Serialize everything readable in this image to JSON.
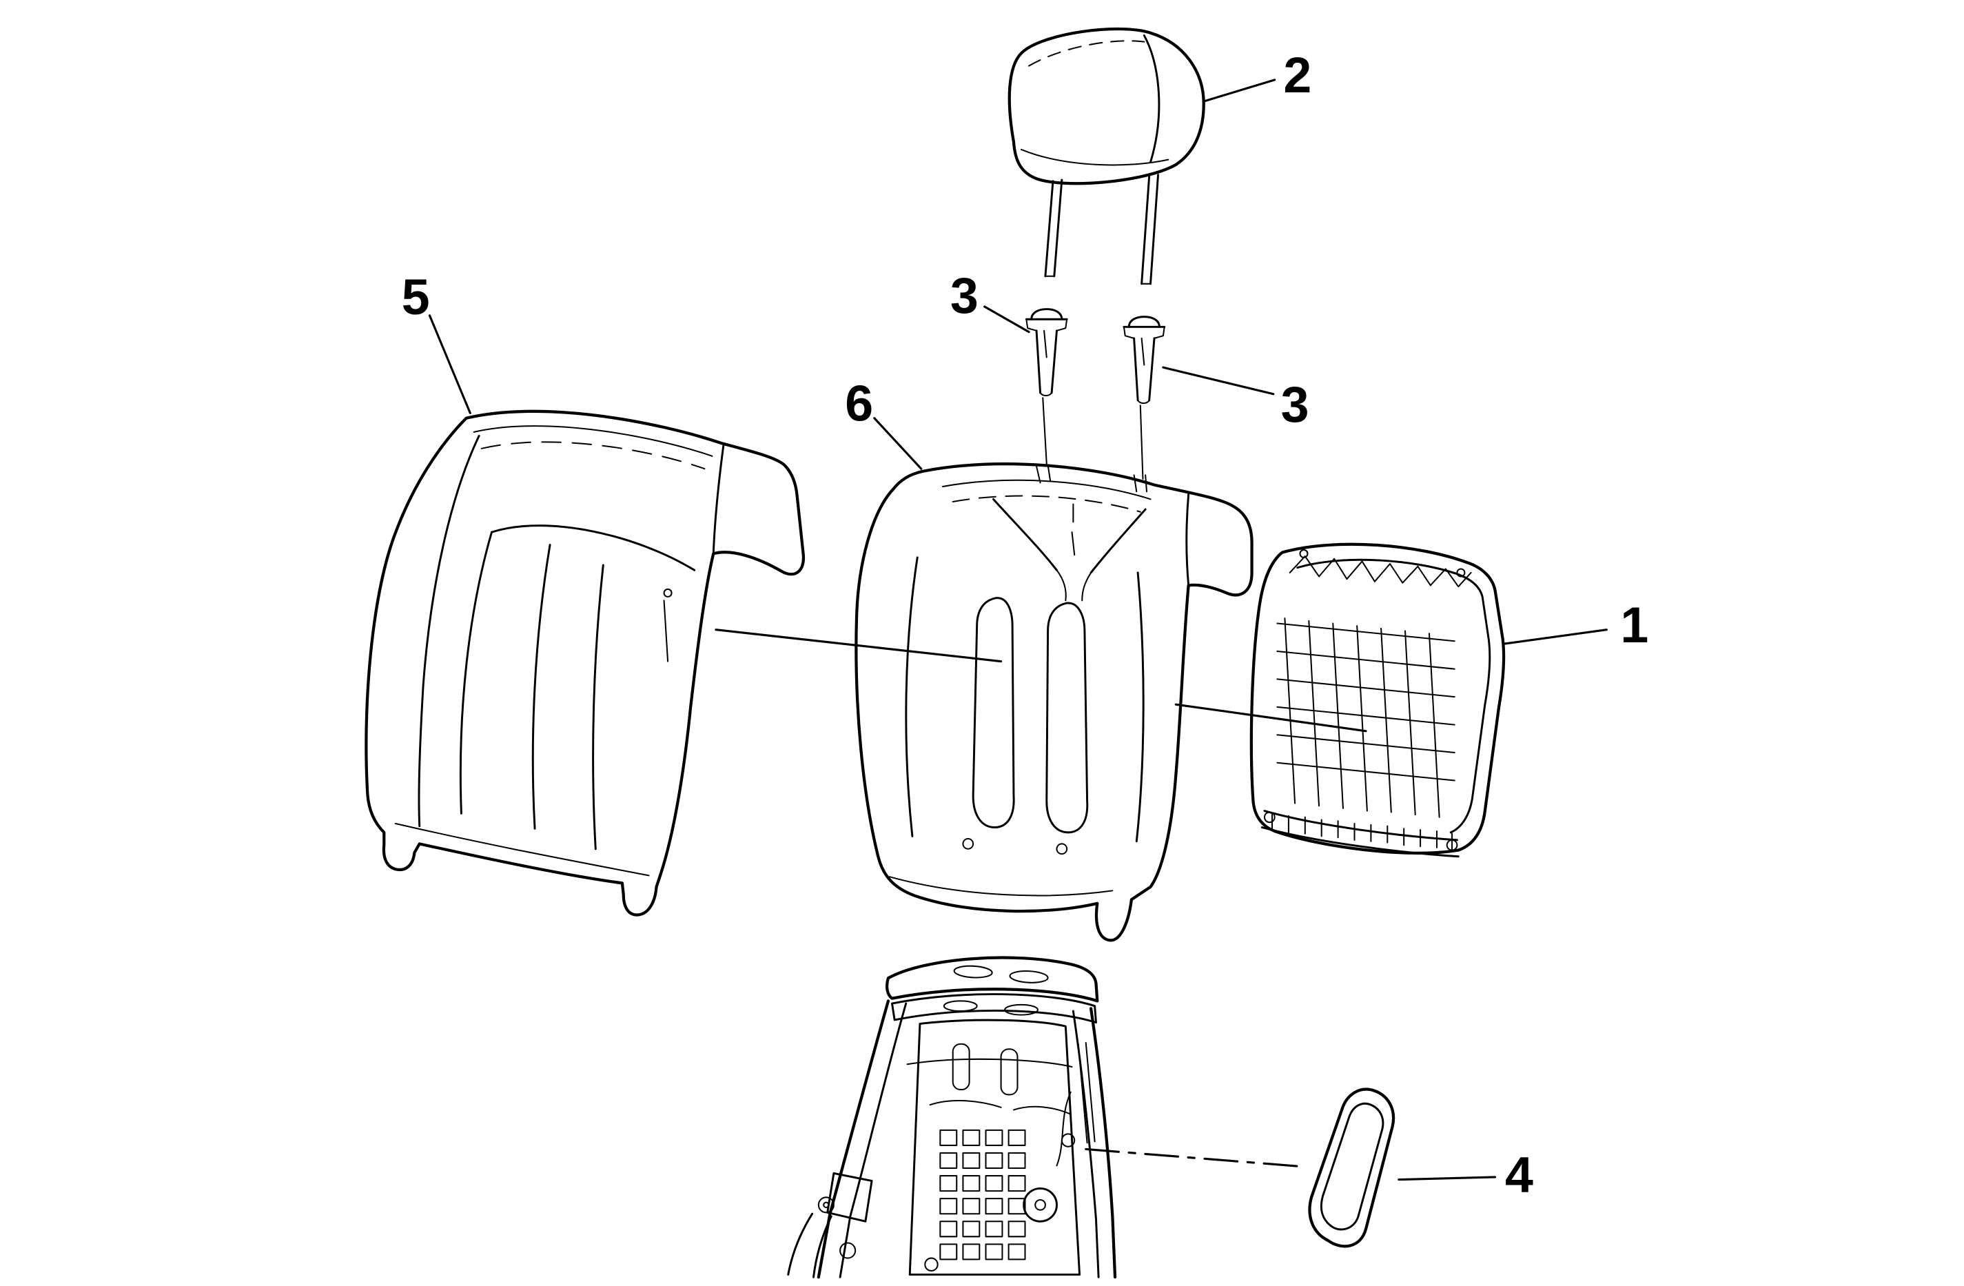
{
  "diagram": {
    "background_color": "#ffffff",
    "line_color": "#000000",
    "callouts": {
      "c1": "1",
      "c2": "2",
      "c3a": "3",
      "c3b": "3",
      "c4": "4",
      "c5": "5",
      "c6": "6"
    }
  }
}
